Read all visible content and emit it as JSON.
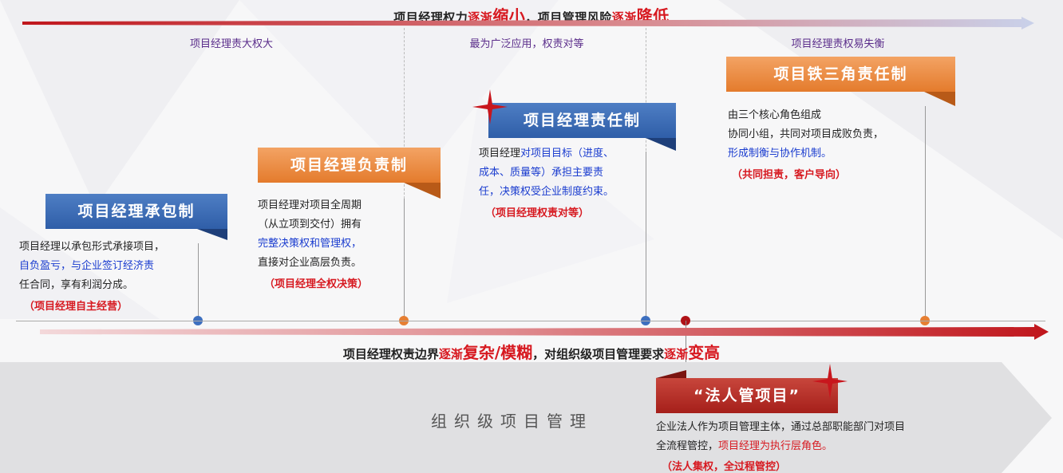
{
  "top_arrow": {
    "part1": "项目经理权力",
    "hl1": "逐渐",
    "big1": "缩小",
    "part2": "，项目管理风险",
    "hl2": "逐渐",
    "big2": "降低"
  },
  "phases": [
    {
      "label": "项目经理责大权大"
    },
    {
      "label": "最为广泛应用，权责对等"
    },
    {
      "label": "项目经理责权易失衡"
    }
  ],
  "models": [
    {
      "title": "项目经理承包制",
      "lines": [
        {
          "text": "项目经理以承包形式承接项目，",
          "style": "n"
        },
        {
          "text": "自负盈亏，与企业签订经济责",
          "style": "b"
        },
        {
          "text": "任合同，享有利润分成。",
          "style": "n"
        }
      ],
      "note": "（项目经理自主经营）"
    },
    {
      "title": "项目经理负责制",
      "lines": [
        {
          "text": "项目经理对项目全周期",
          "style": "n"
        },
        {
          "text": "（从立项到交付）拥有",
          "style": "n"
        },
        {
          "text": "完整决策权和管理权，",
          "style": "b"
        },
        {
          "text": "直接对企业高层负责。",
          "style": "n"
        }
      ],
      "note": "（项目经理全权决策）"
    },
    {
      "title": "项目经理责任制",
      "lines": [
        {
          "pre": "项目经理",
          "text": "对项目目标（进度、",
          "style": "b"
        },
        {
          "text": "成本、质量等）承担主要责",
          "style": "b"
        },
        {
          "text": "任，决策权受企业制度约束。",
          "style": "b"
        }
      ],
      "note": "（项目经理权责对等）"
    },
    {
      "title": "项目铁三角责任制",
      "lines": [
        {
          "text": "由三个核心角色组成",
          "style": "n"
        },
        {
          "text": "协同小组，共同对项目成败负责，",
          "style": "n"
        },
        {
          "text": "形成制衡与协作机制。",
          "style": "b"
        }
      ],
      "note": "（共同担责，客户导向）"
    }
  ],
  "bottom_arrow": {
    "part1": "项目经理权责边界",
    "hl1": "逐渐",
    "big1": "复杂/模糊",
    "part2": "，对组织级项目管理要求",
    "hl2": "逐渐",
    "big2": "变高"
  },
  "org": {
    "label": "组织级项目管理",
    "title": "“法人管项目”",
    "line1": "企业法人作为项目管理主体，通过总部职能部门对项目",
    "line2_pre": "全流程管控，",
    "line2_red": "项目经理为执行层角色。",
    "note": "（法人集权，全过程管控）"
  },
  "colors": {
    "blue": "#2f5ea8",
    "orange": "#e47b2c",
    "red": "#a51f1a",
    "highlight_red": "#d71920",
    "text_blue": "#1a3ccf",
    "phase_purple": "#5a2c8a"
  }
}
